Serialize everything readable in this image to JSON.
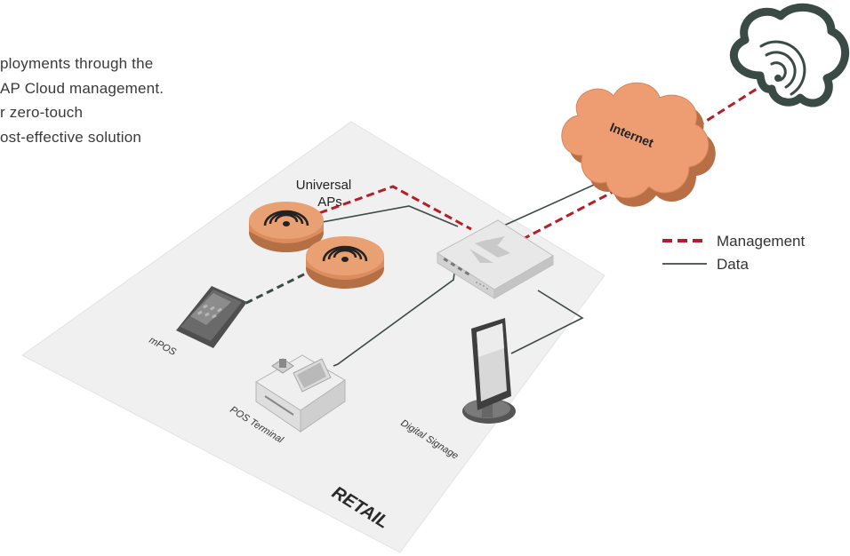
{
  "intro_text": [
    "ployments through the",
    "AP Cloud management.",
    "r zero-touch",
    "ost-effective solution"
  ],
  "labels": {
    "internet": "Internet",
    "universal_aps_line1": "Universal",
    "universal_aps_line2": "APs",
    "mpos": "mPOS",
    "pos_terminal": "POS Terminal",
    "digital_signage": "Digital Signage",
    "retail": "RETAIL"
  },
  "legend": {
    "management": "Management",
    "data": "Data"
  },
  "colors": {
    "management_line": "#b41e28",
    "data_line": "#3d4a45",
    "ap_orange": "#d98b5c",
    "cloud_fill": "#ee9d72",
    "floor": "#f0f0f0"
  }
}
